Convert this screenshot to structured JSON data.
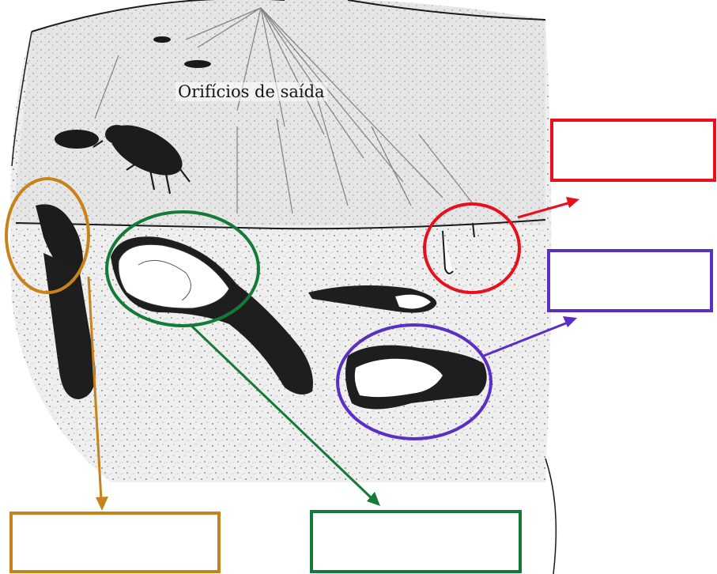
{
  "diagram": {
    "caption": "Orifícios de saída",
    "colors": {
      "red": "#e8101c",
      "purple": "#5a2fc4",
      "orange": "#c8821a",
      "green": "#137a3a",
      "ink": "#1a1a1a"
    },
    "answer_boxes": [
      {
        "name": "answer-box-red",
        "color": "red",
        "text": ""
      },
      {
        "name": "answer-box-purple",
        "color": "purple",
        "text": ""
      },
      {
        "name": "answer-box-orange",
        "color": "orange",
        "text": ""
      },
      {
        "name": "answer-box-green",
        "color": "green",
        "text": ""
      }
    ]
  }
}
